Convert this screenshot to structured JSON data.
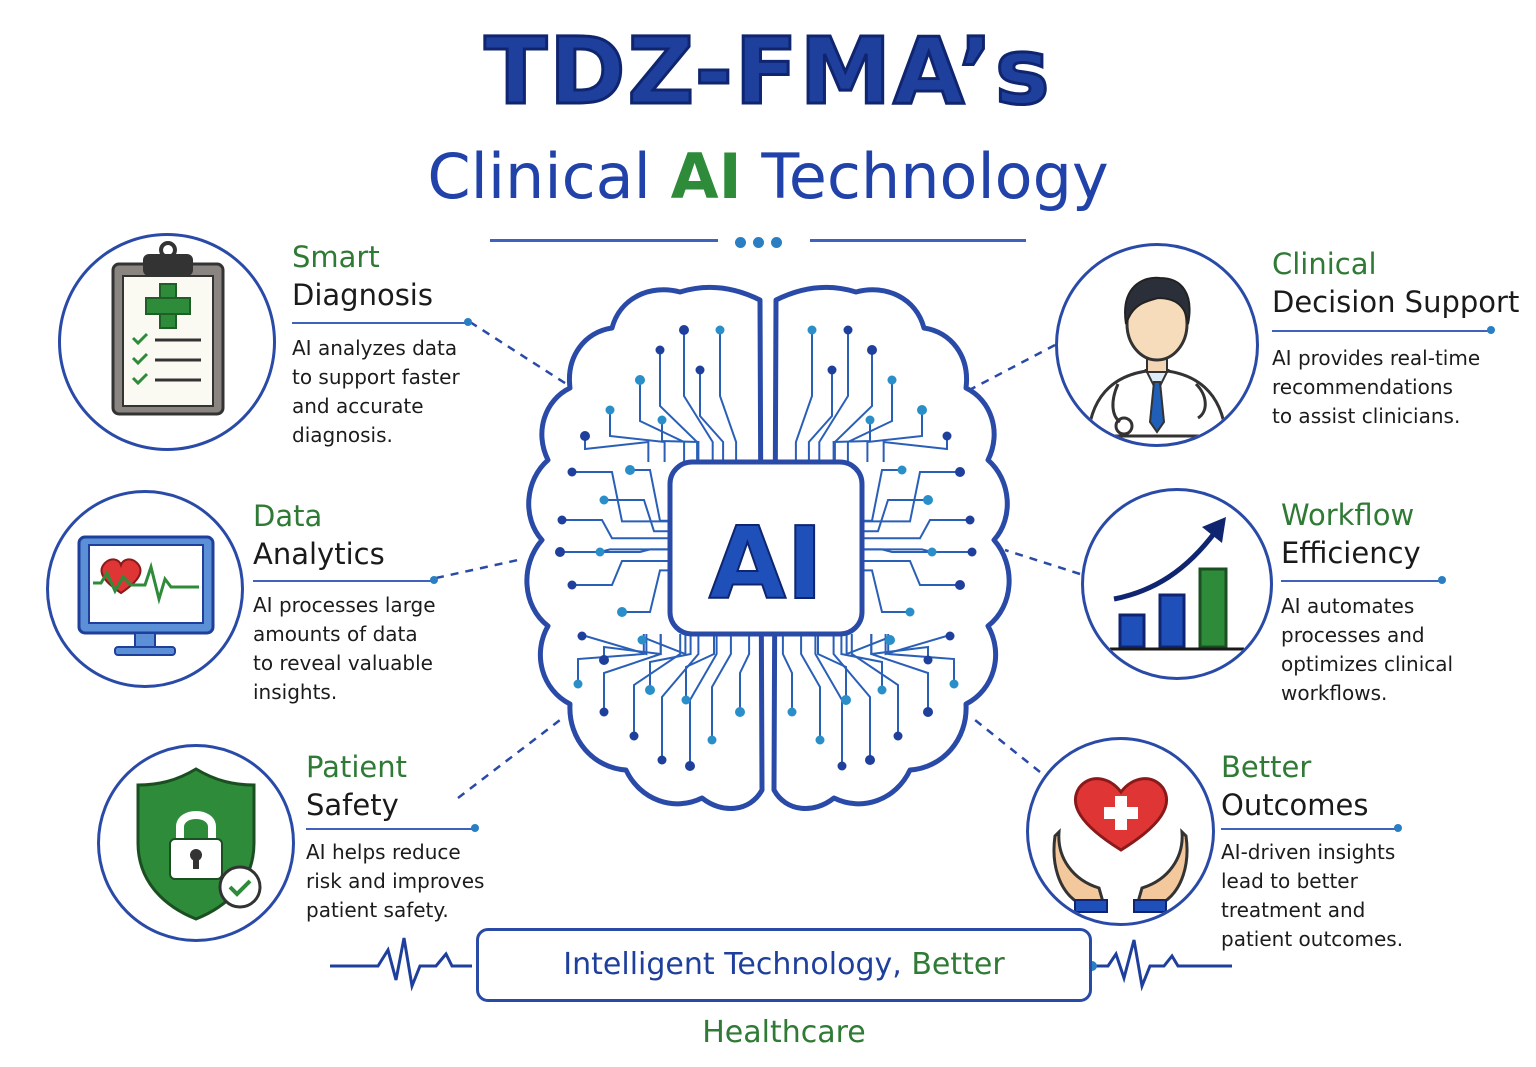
{
  "title": {
    "line1": "TDZ-FMA’s",
    "line2_pre": "Clinical ",
    "line2_ai": "AI",
    "line2_post": " Technology"
  },
  "center_label": "AI",
  "features": [
    {
      "id": "smart-diagnosis",
      "title_line1": "Smart",
      "title_line2": "Diagnosis",
      "desc": "AI analyzes data\nto support faster\nand accurate\ndiagnosis.",
      "icon": "clipboard-icon"
    },
    {
      "id": "data-analytics",
      "title_line1": "Data",
      "title_line2": "Analytics",
      "desc": "AI processes large\namounts of data\nto reveal valuable\ninsights.",
      "icon": "heart-monitor-icon"
    },
    {
      "id": "patient-safety",
      "title_line1": "Patient",
      "title_line2": "Safety",
      "desc": "AI helps reduce\nrisk and improves\npatient safety.",
      "icon": "shield-lock-icon"
    },
    {
      "id": "clinical-decision-support",
      "title_line1": "Clinical",
      "title_line2": "Decision Support",
      "desc": "AI provides real-time\nrecommendations\nto assist clinicians.",
      "icon": "doctor-icon"
    },
    {
      "id": "workflow-efficiency",
      "title_line1": "Workflow",
      "title_line2": "Efficiency",
      "desc": "AI automates\nprocesses and\noptimizes clinical\nworkflows.",
      "icon": "growth-chart-icon"
    },
    {
      "id": "better-outcomes",
      "title_line1": "Better",
      "title_line2": "Outcomes",
      "desc": "AI-driven insights\nlead to better\ntreatment and\npatient outcomes.",
      "icon": "heart-hands-icon"
    }
  ],
  "banner": {
    "part1": "Intelligent Technology, ",
    "part2": "Better Healthcare"
  },
  "colors": {
    "navy": "#1f3f9c",
    "green": "#2f7a35",
    "accent": "#2a7fc4"
  }
}
